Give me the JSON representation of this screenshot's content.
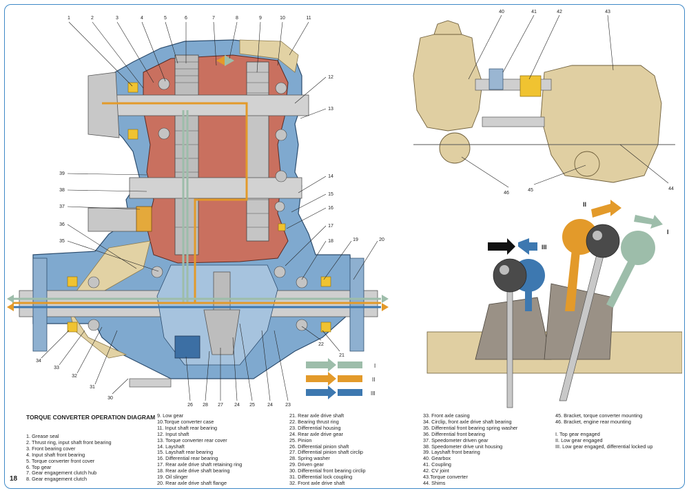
{
  "page_number": "18",
  "title": "TORQUE CONVERTER OPERATION DIAGRAM",
  "main_callouts_top": [
    "1",
    "2",
    "3",
    "4",
    "5",
    "6",
    "7",
    "8",
    "9",
    "10",
    "11"
  ],
  "main_callouts_right": [
    "12",
    "13",
    "14",
    "15",
    "16",
    "17",
    "18",
    "19",
    "20"
  ],
  "main_callouts_left": [
    "39",
    "38",
    "37",
    "36",
    "35"
  ],
  "main_callouts_bottom": [
    "34",
    "33",
    "32",
    "31",
    "30",
    "26",
    "28",
    "27",
    "24",
    "25",
    "24",
    "23",
    "22",
    "21"
  ],
  "tr_callouts": [
    "40",
    "41",
    "42",
    "43",
    "44",
    "45",
    "46"
  ],
  "flow_legend": [
    {
      "label": "I",
      "color": "#9dbdaa"
    },
    {
      "label": "II",
      "color": "#e39a2a"
    },
    {
      "label": "III",
      "color": "#3d78b0"
    }
  ],
  "lever_labels": {
    "top": "II",
    "right": "I",
    "left": "III"
  },
  "parts": {
    "col1": [
      "1. Grease seal",
      "2. Thrust ring, input shaft front bearing",
      "3. Front bearing cover",
      "4. Input shaft front bearing",
      "5. Torque converter front cover",
      "6. Top gear",
      "7. Gear engagement clutch hub",
      "8. Gear engagement clutch"
    ],
    "col2": [
      "9.  Low gear",
      "10.Torque converter case",
      "11. Input shaft rear bearing",
      "12. Input shaft",
      "13. Torque converter rear cover",
      "14. Layshaft",
      "15. Layshaft rear bearing",
      "16. Differential rear bearing",
      "17. Rear axle drive shaft retaining ring",
      "18. Rear axle drive shaft bearing",
      "19. Oil slinger",
      "20. Rear axle drive shaft flange"
    ],
    "col3": [
      "21. Rear axle drive shaft",
      "22. Bearing thrust ring",
      "23. Differential housing",
      "24. Rear axle drive gear",
      "25. Pinion",
      "26. Differential pinion shaft",
      "27. Differential pinion shaft circlip",
      "28. Spring washer",
      "29. Driven gear",
      "30. Differential front bearing circlip",
      "31. Differential lock coupling",
      "32. Front axle drive shaft"
    ],
    "col4": [
      "33. Front axle casing",
      "34. Circlip, front axle drive shaft bearing",
      "35. Differential front bearing spring washer",
      "36. Differential front bearing",
      "37. Speedometer driven gear",
      "38. Speedometer drive unit housing",
      "39. Layshaft front bearing",
      "40. Gearbox",
      "41. Coupling",
      "42. CV joint",
      "43.Torque converter",
      "44. Shims"
    ],
    "col5": [
      "45. Bracket, torque converter mounting",
      "46. Bracket, engine rear mounting",
      "",
      "I.    Top gear engaged",
      "II.   Low gear engaged",
      "III.  Low gear engaged, differential locked up"
    ]
  }
}
